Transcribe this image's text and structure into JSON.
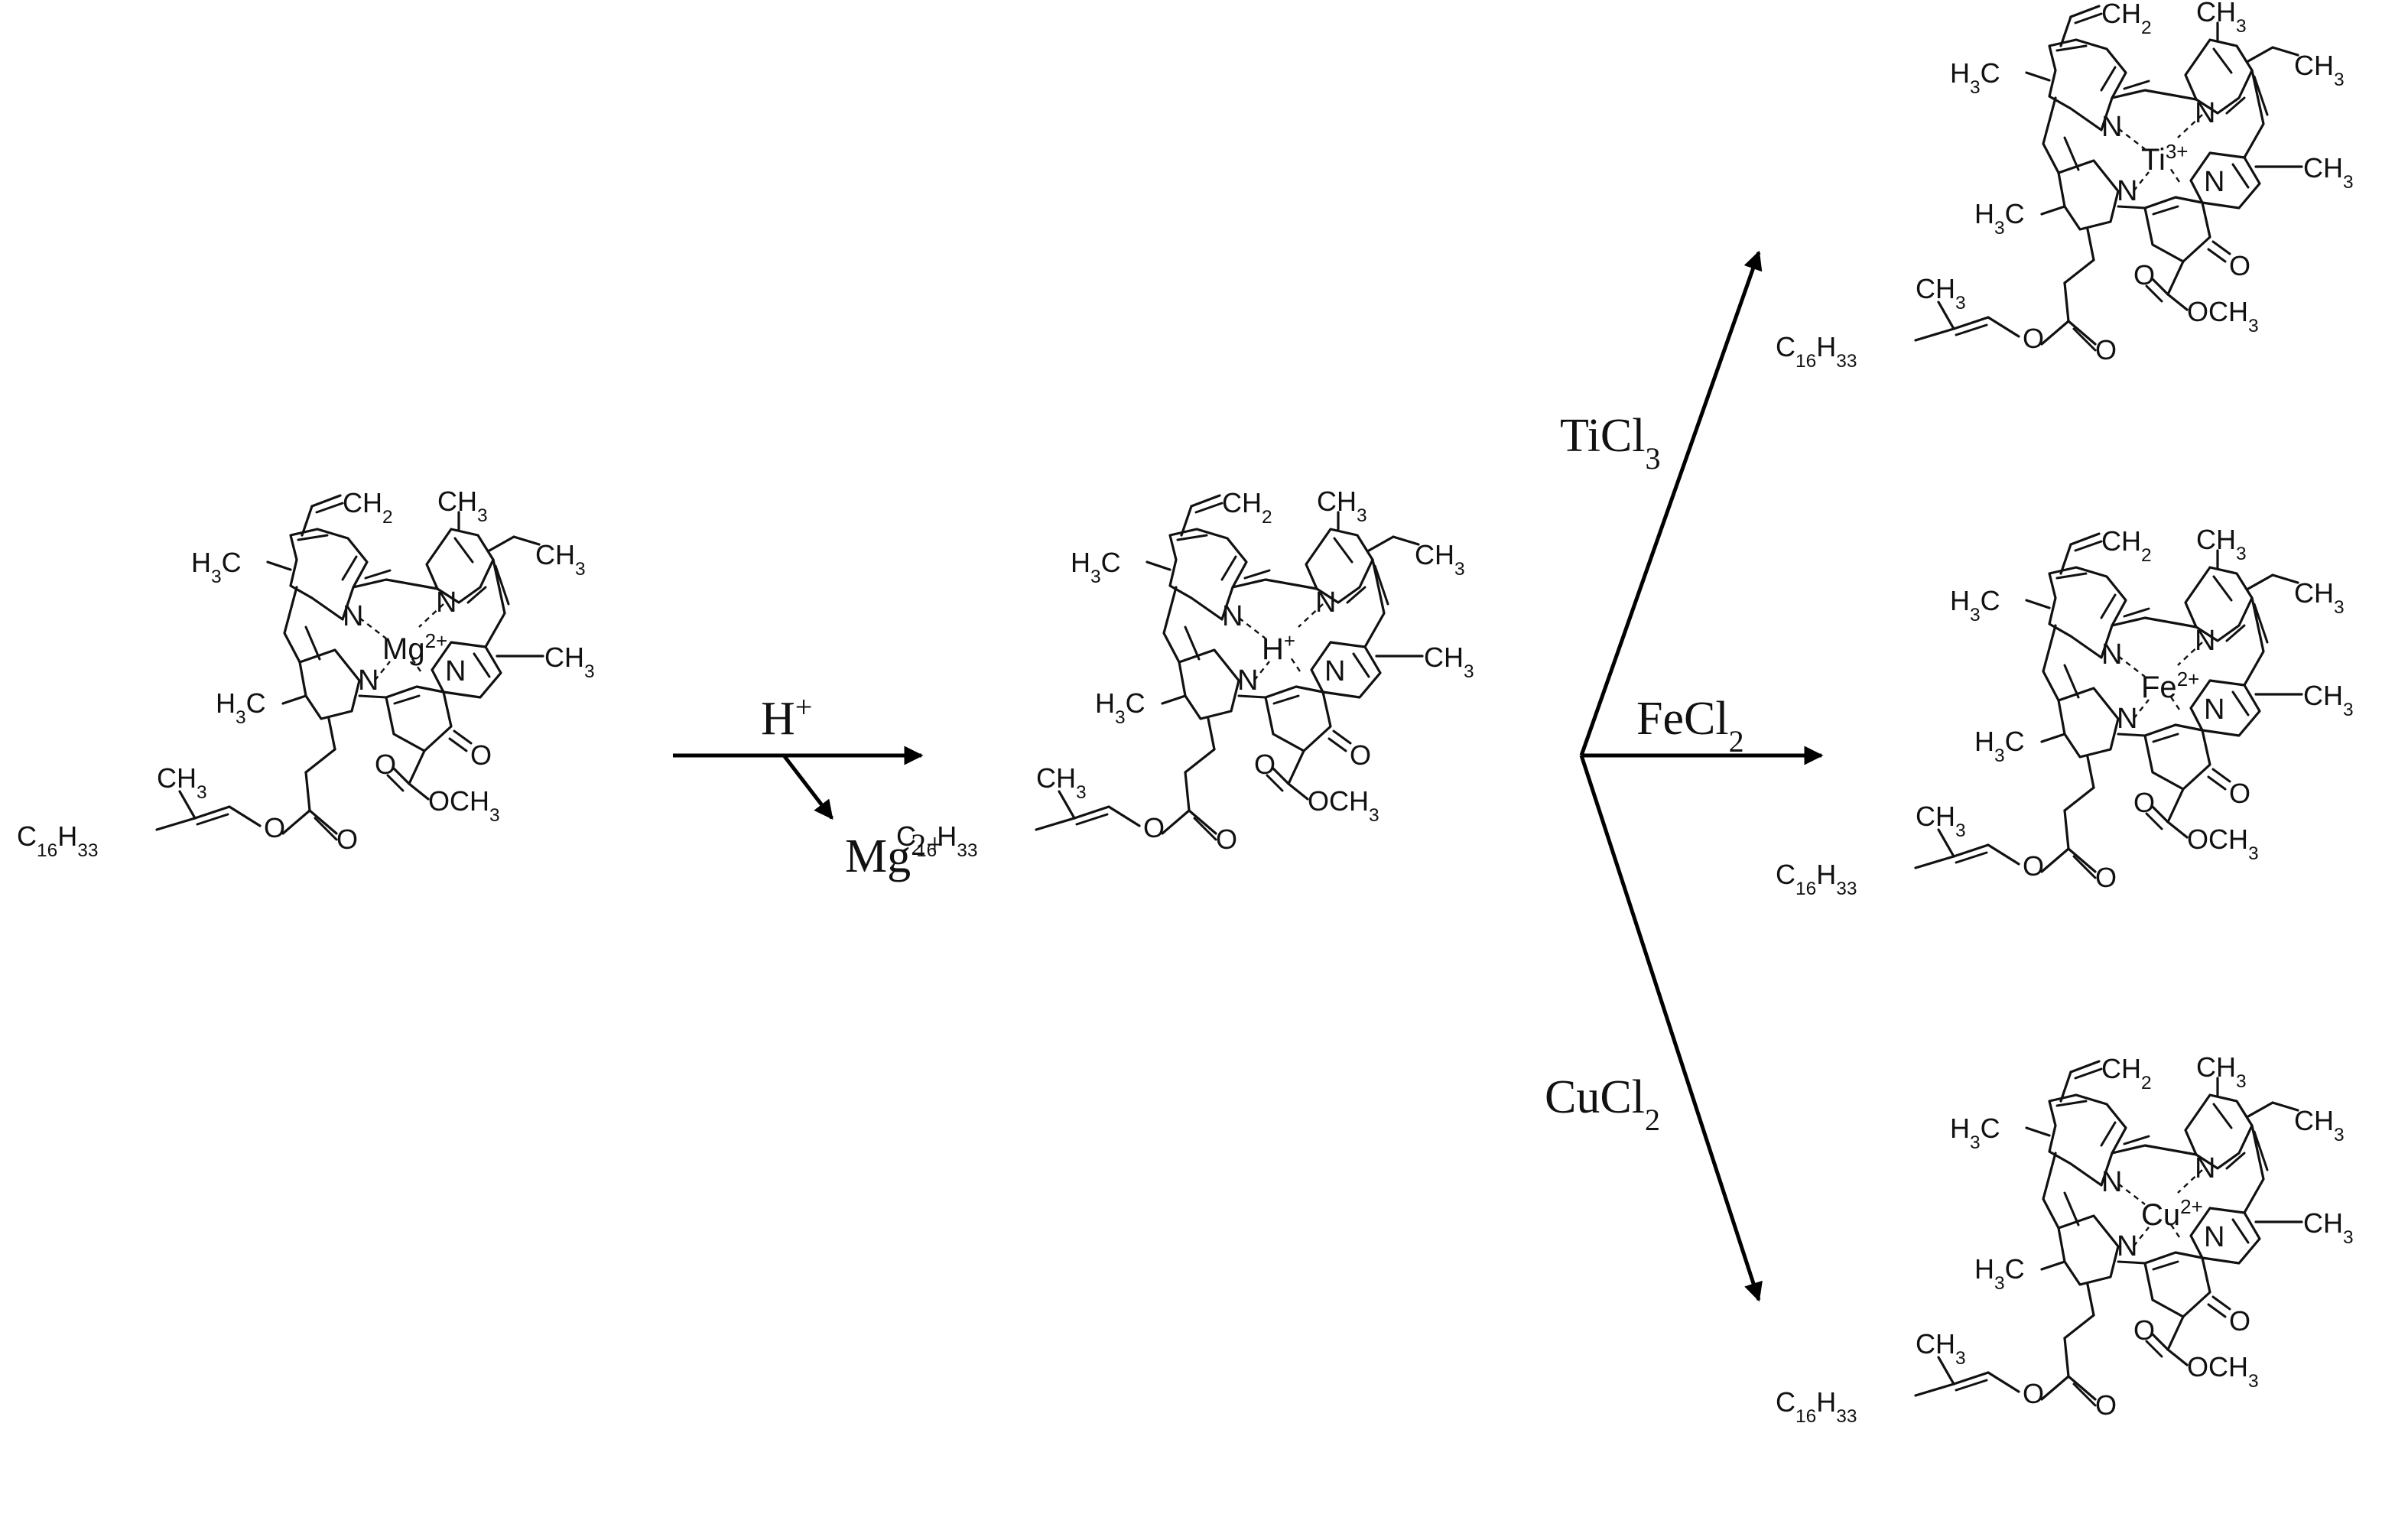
{
  "labels": {
    "ch2": "CH2",
    "ch3": "CH3",
    "h3c": "H3C",
    "n": "N",
    "o": "O",
    "och3": "OCH3",
    "c16h33": "C16H33"
  },
  "molecules": [
    {
      "center_symbol": "Mg",
      "center_charge": "2+"
    },
    {
      "center_symbol": "H",
      "center_charge": "+"
    },
    {
      "center_symbol": "Ti",
      "center_charge": "3+"
    },
    {
      "center_symbol": "Fe",
      "center_charge": "2+"
    },
    {
      "center_symbol": "Cu",
      "center_charge": "2+"
    }
  ],
  "reagents": {
    "acid": {
      "symbol": "H",
      "sup": "+"
    },
    "released": {
      "symbol": "Mg",
      "sup": "2+"
    },
    "ti": {
      "formula": "TiCl",
      "sub": "3"
    },
    "fe": {
      "formula": "FeCl",
      "sub": "2"
    },
    "cu": {
      "formula": "CuCl",
      "sub": "2"
    }
  }
}
